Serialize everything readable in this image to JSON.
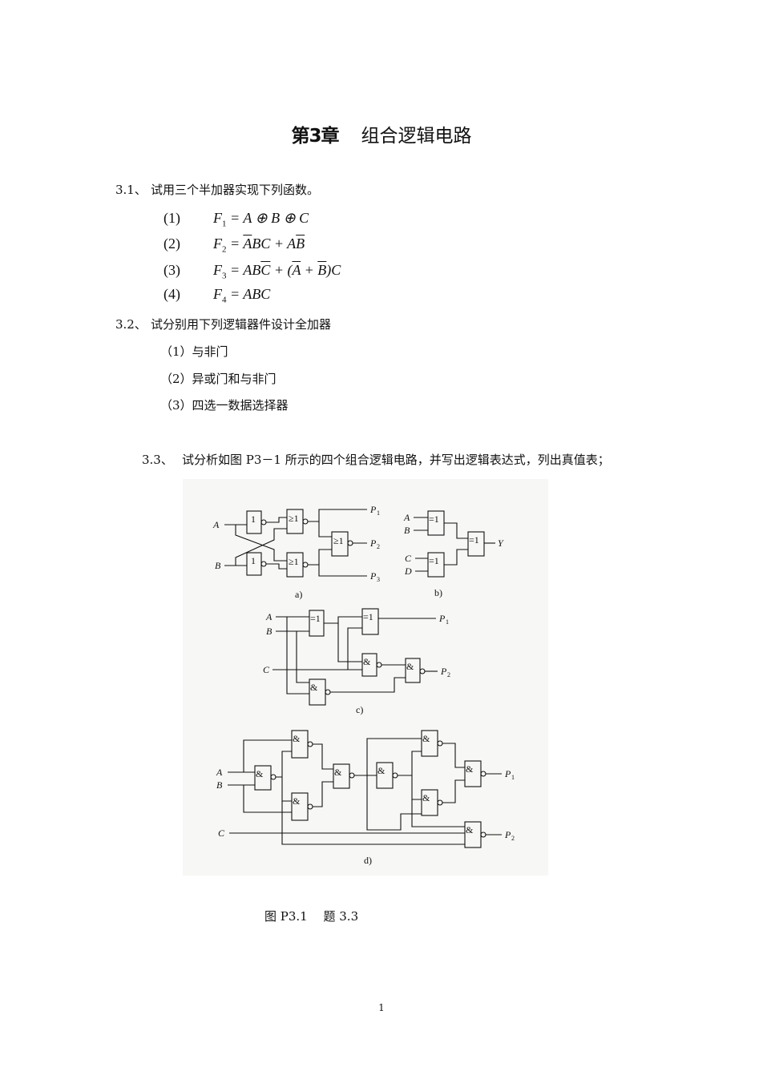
{
  "chapter": {
    "number": "第3章",
    "title": "组合逻辑电路"
  },
  "q1": {
    "number": "3.1、",
    "text": "试用三个半加器实现下列函数。",
    "items": [
      {
        "label": "(1)",
        "fn": "F",
        "sub": "1",
        "expr": "= A ⊕ B ⊕ C"
      },
      {
        "label": "(2)",
        "fn": "F",
        "sub": "2",
        "expr": "= ABC + AB"
      },
      {
        "label": "(3)",
        "fn": "F",
        "sub": "3",
        "expr": "= ABC + (A + B)C"
      },
      {
        "label": "(4)",
        "fn": "F",
        "sub": "4",
        "expr": "= ABC"
      }
    ]
  },
  "q2": {
    "number": "3.2、",
    "text": "试分别用下列逻辑器件设计全加器",
    "items": [
      "（1）与非门",
      "（2）异或门和与非门",
      "（3）四选一数据选择器"
    ]
  },
  "q3": {
    "number": "3.3、",
    "text": "试分析如图 P3－1 所示的四个组合逻辑电路，并写出逻辑表达式，列出真值表；"
  },
  "figure": {
    "panels": [
      "a)",
      "b)",
      "c)",
      "d)"
    ],
    "inputs": [
      "A",
      "B",
      "C",
      "D"
    ],
    "outputs": [
      "P",
      "Y"
    ],
    "output_subs": [
      "1",
      "2",
      "3"
    ],
    "gate_symbols": [
      "1",
      "≥1",
      "=1",
      "&"
    ]
  },
  "caption": "图 P3.1　 题 3.3",
  "page_number": "1"
}
